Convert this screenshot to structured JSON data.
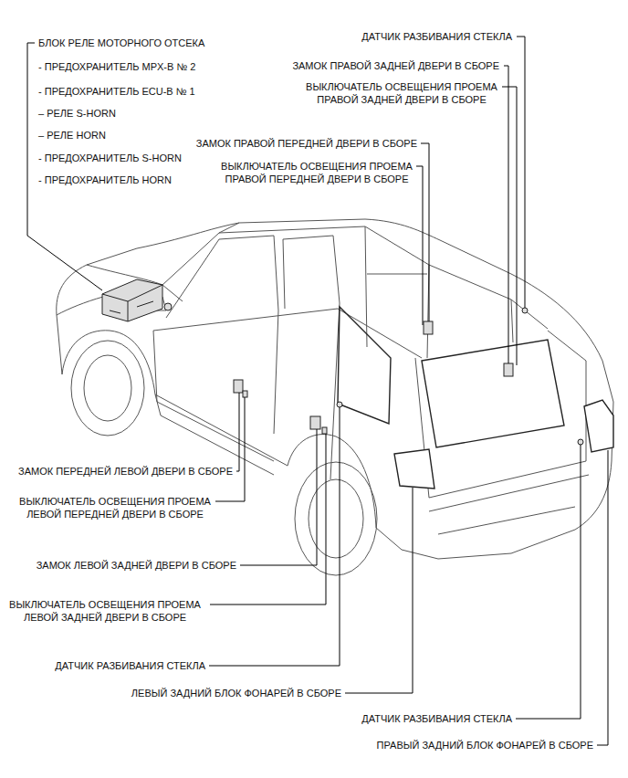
{
  "diagram": {
    "labels": [
      "БЛОК РЕЛЕ МОТОРНОГО ОТСЕКА",
      "- ПРЕДОХРАНИТЕЛЬ MPX-B № 2",
      "- ПРЕДОХРАНИТЕЛЬ ECU-B № 1",
      "– РЕЛЕ S-HORN",
      "– РЕЛЕ HORN",
      "- ПРЕДОХРАНИТЕЛЬ S-HORN",
      "- ПРЕДОХРАНИТЕЛЬ HORN",
      "ДАТЧИК РАЗБИВАНИЯ СТЕКЛА",
      "ЗАМОК ПРАВОЙ ЗАДНЕЙ ДВЕРИ В СБОРЕ",
      "ВЫКЛЮЧАТЕЛЬ ОСВЕЩЕНИЯ ПРОЕМА ПРАВОЙ ЗАДНЕЙ ДВЕРИ В СБОРЕ",
      "ЗАМОК ПРАВОЙ ПЕРЕДНЕЙ ДВЕРИ В СБОРЕ",
      "ВЫКЛЮЧАТЕЛЬ ОСВЕЩЕНИЯ ПРОЕМА ПРАВОЙ ПЕРЕДНЕЙ ДВЕРИ В СБОРЕ",
      "ЗАМОК ПЕРЕДНЕЙ ЛЕВОЙ ДВЕРИ В СБОРЕ",
      "ВЫКЛЮЧАТЕЛЬ ОСВЕЩЕНИЯ ПРОЕМА ЛЕВОЙ ПЕРЕДНЕЙ ДВЕРИ В СБОРЕ",
      "ЗАМОК ЛЕВОЙ ЗАДНЕЙ ДВЕРИ В СБОРЕ",
      "ВЫКЛЮЧАТЕЛЬ ОСВЕЩЕНИЯ ПРОЕМА ЛЕВОЙ ЗАДНЕЙ ДВЕРИ В СБОРЕ",
      "ДАТЧИК РАЗБИВАНИЯ СТЕКЛА",
      "ЛЕВЫЙ ЗАДНИЙ БЛОК ФОНАРЕЙ В СБОРЕ",
      "ДАТЧИК РАЗБИВАНИЯ СТЕКЛА",
      "ПРАВЫЙ ЗАДНИЙ БЛОК ФОНАРЕЙ В СБОРЕ"
    ]
  }
}
